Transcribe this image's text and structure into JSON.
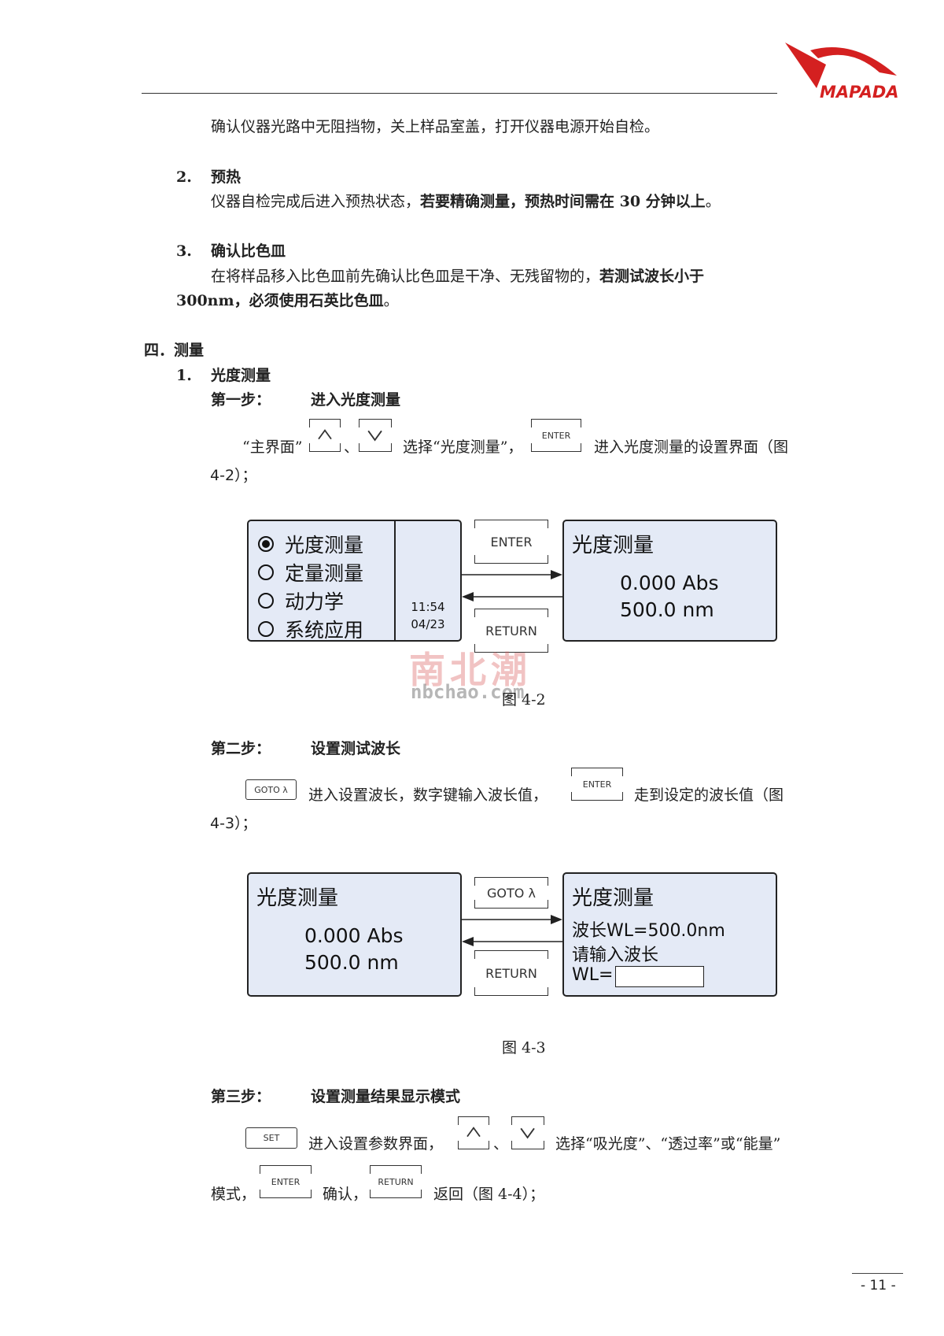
{
  "header": {
    "logo_text": "MAPADA"
  },
  "prep": {
    "line1": "确认仪器光路中无阻挡物，关上样品室盖，打开仪器电源开始自检。",
    "item2_num": "2.",
    "item2_title": "预热",
    "item2_a": "仪器自检完成后进入预热状态，",
    "item2_b": "若要精确测量，预热时间需在 30 分钟以上",
    "item2_end": "。",
    "item3_num": "3.",
    "item3_title": "确认比色皿",
    "item3_a": "在将样品移入比色皿前先确认比色皿是干净、无残留物的，",
    "item3_b": "若测试波长小于",
    "item3_c": "300nm，必须使用石英比色皿",
    "item3_end": "。"
  },
  "section4": {
    "heading": "四．测量",
    "item1_num": "1.",
    "item1_title": "光度测量"
  },
  "step1": {
    "label": "第一步：",
    "title": "进入光度测量",
    "t1": "“主界面”",
    "sep": "、",
    "t2": "选择“光度测量”，",
    "t3": "进入光度测量的设置界面（图",
    "t4": "4-2）；"
  },
  "step2": {
    "label": "第二步：",
    "title": "设置测试波长",
    "t1": "进入设置波长，数字键输入波长值，",
    "t2": "走到设定的波长值（图",
    "t3": "4-3）；"
  },
  "step3": {
    "label": "第三步：",
    "title": "设置测量结果显示模式",
    "t1": "进入设置参数界面，",
    "sep": "、",
    "t2": "选择“吸光度”、“透过率”或“能量”",
    "t3": "模式，",
    "t4": "确认，",
    "t5": "返回（图 4-4）；"
  },
  "keys": {
    "enter": "ENTER",
    "goto": "GOTO λ",
    "set": "SET",
    "return": "RETURN"
  },
  "fig42": {
    "menu": [
      "光度测量",
      "定量测量",
      "动力学",
      "系统应用"
    ],
    "time": "11:54",
    "date": "04/23",
    "enter_label": "ENTER",
    "return_label": "RETURN",
    "screen_title": "光度测量",
    "abs": "0.000 Abs",
    "nm": "500.0 nm",
    "caption": "图 4-2"
  },
  "fig43": {
    "left_title": "光度测量",
    "abs": "0.000 Abs",
    "nm": "500.0 nm",
    "goto_label": "GOTO λ",
    "return_label": "RETURN",
    "right_title": "光度测量",
    "wl_line": "波长WL=500.0nm",
    "prompt": "请输入波长",
    "wl_label": "WL=",
    "caption": "图 4-3"
  },
  "watermark": {
    "cn": "南北潮",
    "en": "nbchao.com"
  },
  "footer": {
    "page": "- 11 -"
  },
  "colors": {
    "logo_red": "#d42020",
    "lcd_bg": "#e4eaf6"
  }
}
